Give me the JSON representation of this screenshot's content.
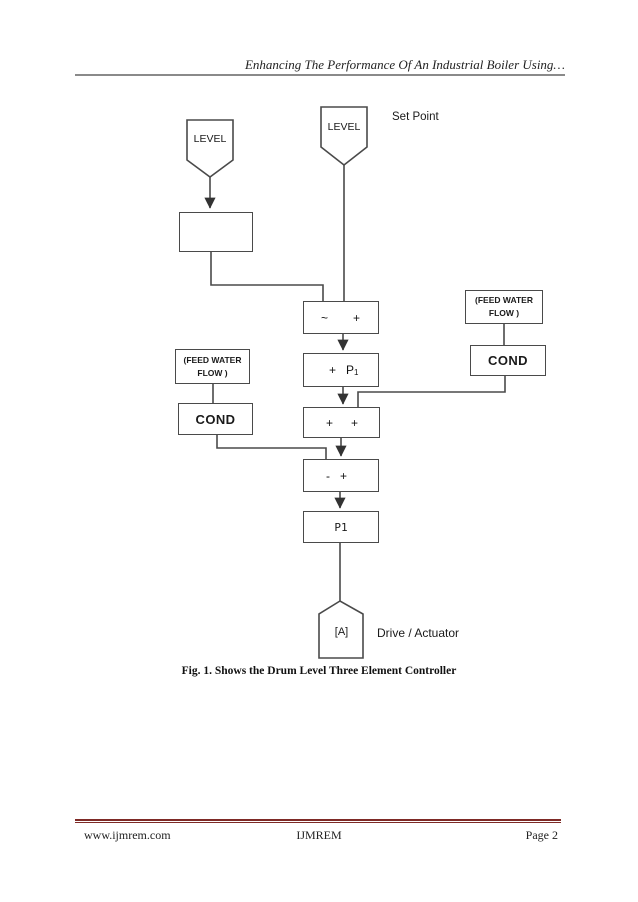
{
  "header": {
    "title": "Enhancing The Performance Of An Industrial Boiler Using…"
  },
  "diagram": {
    "sensors": {
      "left_level": "LEVEL",
      "right_level": "LEVEL"
    },
    "labels": {
      "set_point": "Set Point",
      "drive_actuator": "Drive / Actuator"
    },
    "boxes": {
      "transmitter": "",
      "sum1": {
        "sym1": "~",
        "sym2": "+"
      },
      "gain": {
        "sym": "+",
        "base": "P",
        "sub": "1"
      },
      "feed_water_right": {
        "line1": "(FEED WATER",
        "line2": "FLOW )"
      },
      "cond_right": "COND",
      "feed_water_left": {
        "line1": "(FEED WATER",
        "line2": "FLOW )"
      },
      "cond_left": "COND",
      "sum2": {
        "sym1": "+",
        "sym2": "+"
      },
      "sum3": {
        "sym1": "-",
        "sym2": "+"
      },
      "p1": "P1",
      "actuator": "[A]"
    }
  },
  "caption": "Fig. 1. Shows the Drum Level Three Element Controller",
  "footer": {
    "left": "www.ijmrem.com",
    "center": "IJMREM",
    "right": "Page 2"
  },
  "colors": {
    "diagram_line": "#4a4a4a",
    "header_rule_gray": "#8a8a8a",
    "footer_rule_maroon": "#7e2a26",
    "text": "#1a1a1a"
  }
}
